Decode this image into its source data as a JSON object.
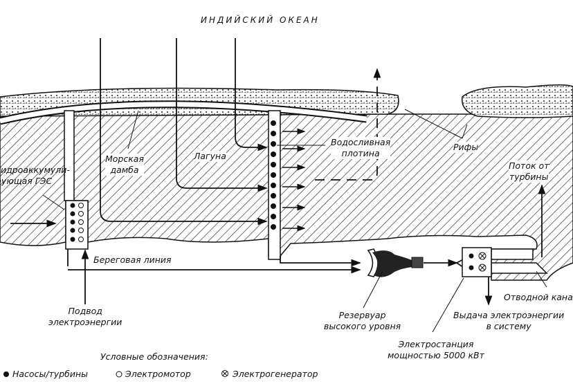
{
  "title": "ИНДИЙСКИЙ ОКЕАН",
  "labels": {
    "pumped_storage": "Гидроаккумули-\nрующая ГЭС",
    "sea_dam": "Морская\nдамба",
    "lagoon": "Лагуна",
    "spillway": "Водосливная\nплотина",
    "reefs": "Рифы",
    "turbine_flow": "Поток от\nтурбины",
    "shoreline": "Береговая линия",
    "power_supply": "Подвод\nэлектроэнергии",
    "reservoir": "Резервуар\nвысокого уровня",
    "output": "Выдача электроэнергии\nв систему",
    "tailrace": "Отводной канал",
    "station": "Электростанция\nмощностью 5000 кВт"
  },
  "legend": {
    "title": "Условные обозначения:",
    "items": [
      {
        "symbol": "●",
        "label": "Насосы/турбины"
      },
      {
        "symbol": "○",
        "label": "Электромотор"
      },
      {
        "symbol": "⊗",
        "label": "Электрогенератор"
      }
    ]
  },
  "colors": {
    "ink": "#111111",
    "paper": "#ffffff"
  }
}
